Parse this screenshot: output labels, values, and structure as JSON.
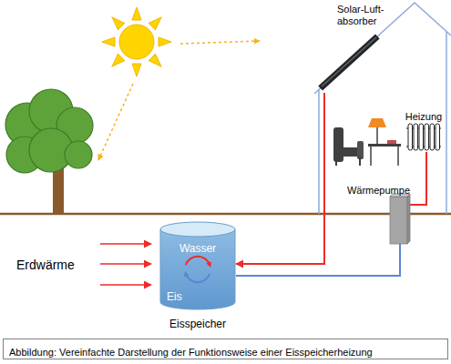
{
  "diagram": {
    "caption": "Abbildung: Vereinfachte Darstellung der Funktionsweise einer Eisspeicherheizung",
    "nodes": [
      {
        "text": [
          "Solar-Luft- absorber"
        ]
      },
      {
        "text": [
          "Heizung"
        ]
      },
      {
        "text": [
          "Wärmepumpe"
        ]
      },
      {
        "text": [
          "Wasser",
          "Eis",
          "Eisspeicher"
        ]
      }
    ],
    "edges": [
      {
        "from": 0,
        "to": 3,
        "arrow": "to"
      },
      {
        "from": 2,
        "to": 1,
        "arrow": "none"
      },
      {
        "from": 3,
        "to": 2,
        "arrow": "none"
      }
    ],
    "labels": [
      "Erdwärme"
    ]
  }
}
